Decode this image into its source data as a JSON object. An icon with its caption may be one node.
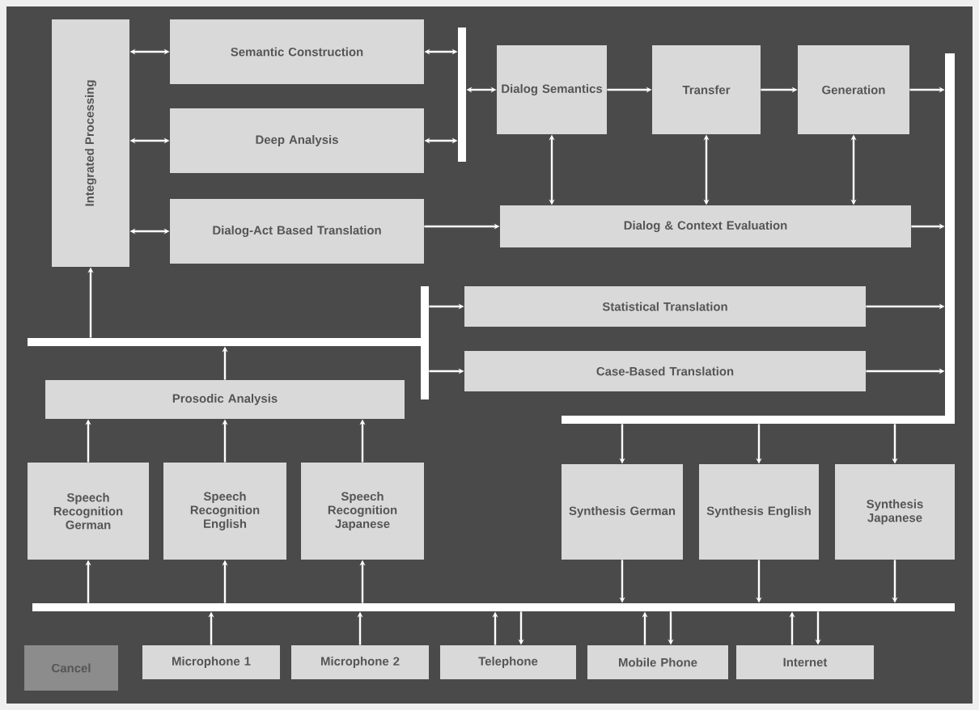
{
  "diagram": {
    "nodes": [
      {
        "text": [
          "Integrated Processing"
        ]
      },
      {
        "text": [
          "Semantic Construction"
        ]
      },
      {
        "text": [
          "Deep Analysis"
        ]
      },
      {
        "text": [
          "Dialog-Act Based Translation"
        ]
      },
      {
        "text": [
          "Dialog Semantics"
        ]
      },
      {
        "text": [
          "Transfer"
        ]
      },
      {
        "text": [
          "Generation"
        ]
      },
      {
        "text": [
          "Dialog & Context Evaluation"
        ]
      },
      {
        "text": [
          "Statistical Translation"
        ]
      },
      {
        "text": [
          "Case-Based Translation"
        ]
      },
      {
        "text": [
          "Prosodic Analysis"
        ]
      },
      {
        "text": [
          "Speech Recognition German"
        ]
      },
      {
        "text": [
          "Speech Recognition English"
        ]
      },
      {
        "text": [
          "Speech Recognition Japanese"
        ]
      },
      {
        "text": [
          "Synthesis German"
        ]
      },
      {
        "text": [
          "Synthesis English"
        ]
      },
      {
        "text": [
          "Synthesis Japanese"
        ]
      },
      {
        "text": [
          "Cancel"
        ]
      },
      {
        "text": [
          "Microphone 1"
        ]
      },
      {
        "text": [
          "Microphone 2"
        ]
      },
      {
        "text": [
          "Telephone"
        ]
      },
      {
        "text": [
          "Mobile Phone"
        ]
      },
      {
        "text": [
          "Internet"
        ]
      },
      {
        "text": [],
        "shape": "bar"
      },
      {
        "text": [],
        "shape": "bar"
      },
      {
        "text": [],
        "shape": "bar"
      },
      {
        "text": [],
        "shape": "bar"
      },
      {
        "text": [],
        "shape": "bar"
      },
      {
        "text": [],
        "shape": "bar"
      }
    ],
    "edges": [
      {
        "from": 1,
        "to": 0,
        "arrow": "both"
      },
      {
        "from": 2,
        "to": 0,
        "arrow": "both"
      },
      {
        "from": 3,
        "to": 0,
        "arrow": "both"
      },
      {
        "from": 1,
        "to": 23,
        "arrow": "both"
      },
      {
        "from": 2,
        "to": 23,
        "arrow": "both"
      },
      {
        "from": 23,
        "to": 4,
        "arrow": "both"
      },
      {
        "from": 4,
        "to": 5,
        "arrow": "to"
      },
      {
        "from": 5,
        "to": 6,
        "arrow": "to"
      },
      {
        "from": 6,
        "to": 24,
        "arrow": "to"
      },
      {
        "from": 4,
        "to": 7,
        "arrow": "both"
      },
      {
        "from": 5,
        "to": 7,
        "arrow": "both"
      },
      {
        "from": 6,
        "to": 7,
        "arrow": "both"
      },
      {
        "from": 3,
        "to": 7,
        "arrow": "to"
      },
      {
        "from": 7,
        "to": 24,
        "arrow": "to"
      },
      {
        "from": 28,
        "to": 8,
        "arrow": "to"
      },
      {
        "from": 28,
        "to": 9,
        "arrow": "to"
      },
      {
        "from": 8,
        "to": 24,
        "arrow": "to"
      },
      {
        "from": 9,
        "to": 24,
        "arrow": "to"
      },
      {
        "from": 25,
        "to": 0,
        "arrow": "to"
      },
      {
        "from": 10,
        "to": 25,
        "arrow": "to"
      },
      {
        "from": 11,
        "to": 10,
        "arrow": "to"
      },
      {
        "from": 12,
        "to": 10,
        "arrow": "to"
      },
      {
        "from": 13,
        "to": 10,
        "arrow": "to"
      },
      {
        "from": 26,
        "to": 11,
        "arrow": "to"
      },
      {
        "from": 26,
        "to": 12,
        "arrow": "to"
      },
      {
        "from": 26,
        "to": 13,
        "arrow": "to"
      },
      {
        "from": 27,
        "to": 14,
        "arrow": "to"
      },
      {
        "from": 27,
        "to": 15,
        "arrow": "to"
      },
      {
        "from": 27,
        "to": 16,
        "arrow": "to"
      },
      {
        "from": 14,
        "to": 26,
        "arrow": "to"
      },
      {
        "from": 15,
        "to": 26,
        "arrow": "to"
      },
      {
        "from": 16,
        "to": 26,
        "arrow": "to"
      },
      {
        "from": 18,
        "to": 26,
        "arrow": "to"
      },
      {
        "from": 19,
        "to": 26,
        "arrow": "to"
      },
      {
        "from": 20,
        "to": 26,
        "arrow": "to"
      },
      {
        "from": 26,
        "to": 20,
        "arrow": "to"
      },
      {
        "from": 21,
        "to": 26,
        "arrow": "to"
      },
      {
        "from": 26,
        "to": 21,
        "arrow": "to"
      },
      {
        "from": 22,
        "to": 26,
        "arrow": "to"
      },
      {
        "from": 26,
        "to": 22,
        "arrow": "to"
      }
    ]
  }
}
